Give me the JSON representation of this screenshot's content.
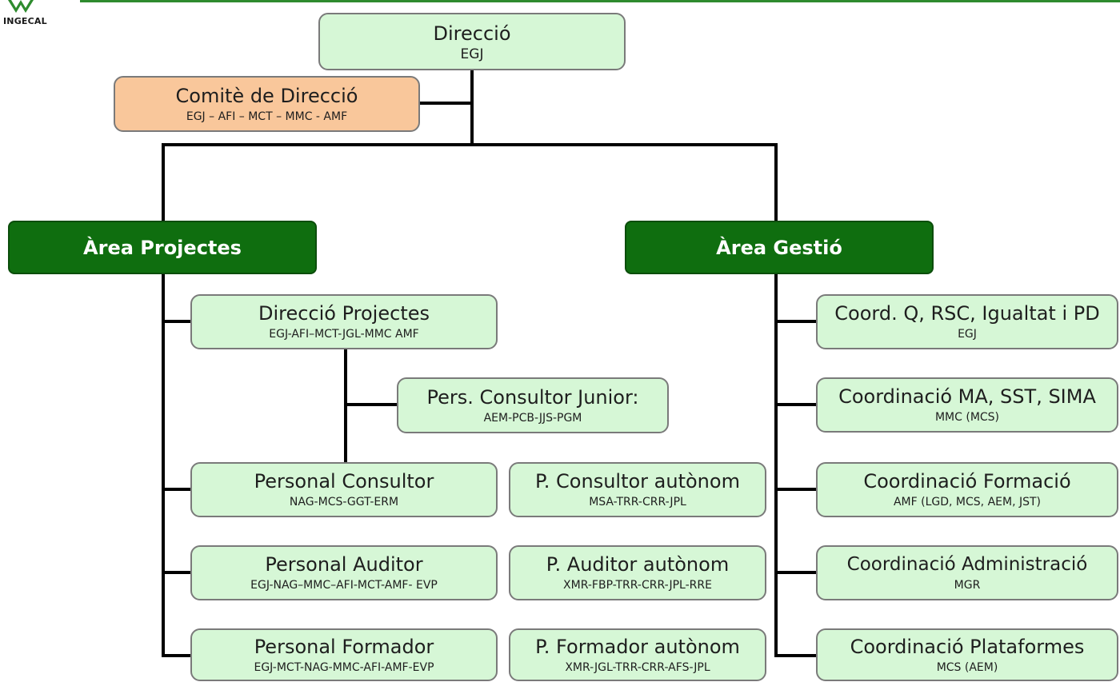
{
  "logo": {
    "text": "INGECAL",
    "mark_color": "#2e8b2e"
  },
  "colors": {
    "box_fill": "#d6f7d6",
    "committee_fill": "#f9c79b",
    "area_fill": "#0f6e0f",
    "line": "#000000"
  },
  "direccio": {
    "title": "Direcció",
    "sub": "EGJ"
  },
  "comite": {
    "title": "Comitè de Direcció",
    "sub": "EGJ – AFI – MCT – MMC - AMF"
  },
  "area_projectes": {
    "title": "Àrea Projectes"
  },
  "area_gestio": {
    "title": "Àrea Gestió"
  },
  "projectes": {
    "direccio_projectes": {
      "title": "Direcció Projectes",
      "sub": "EGJ-AFI–MCT-JGL-MMC  AMF"
    },
    "consultor_junior": {
      "title": "Pers. Consultor Junior:",
      "sub": "AEM-PCB-JJS-PGM"
    },
    "personal_consultor": {
      "title": "Personal Consultor",
      "sub": "NAG-MCS-GGT-ERM"
    },
    "consultor_autonom": {
      "title": "P. Consultor autònom",
      "sub": "MSA-TRR-CRR-JPL"
    },
    "personal_auditor": {
      "title": "Personal Auditor",
      "sub": "EGJ-NAG–MMC–AFI-MCT-AMF- EVP"
    },
    "auditor_autonom": {
      "title": "P. Auditor autònom",
      "sub": "XMR-FBP-TRR-CRR-JPL-RRE"
    },
    "personal_formador": {
      "title": "Personal Formador",
      "sub": "EGJ-MCT-NAG-MMC-AFI-AMF-EVP"
    },
    "formador_autonom": {
      "title": "P. Formador autònom",
      "sub": "XMR-JGL-TRR-CRR-AFS-JPL"
    }
  },
  "gestio": {
    "coord_q": {
      "title": "Coord. Q, RSC, Igualtat i PD",
      "sub": "EGJ"
    },
    "coord_ma": {
      "title": "Coordinació MA, SST, SIMA",
      "sub": "MMC (MCS)"
    },
    "coord_formacio": {
      "title": "Coordinació Formació",
      "sub": "AMF (LGD, MCS, AEM, JST)"
    },
    "coord_admin": {
      "title": "Coordinació Administració",
      "sub": "MGR"
    },
    "coord_plataformes": {
      "title": "Coordinació Plataformes",
      "sub": "MCS (AEM)"
    }
  }
}
